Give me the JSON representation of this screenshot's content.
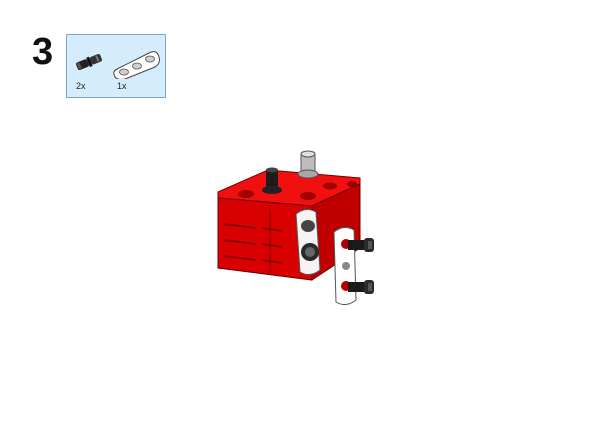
{
  "step": {
    "number": "3"
  },
  "parts_list": {
    "items": [
      {
        "icon": "black-axle-pin-icon",
        "quantity": "2x"
      },
      {
        "icon": "white-beam-3-icon",
        "quantity": "1x"
      }
    ]
  },
  "colors": {
    "parts_box_background": "#d4ecfb",
    "parts_box_border": "#7aa7c7",
    "brick_red": "#e00000",
    "beam_white": "#f4f4f4"
  }
}
